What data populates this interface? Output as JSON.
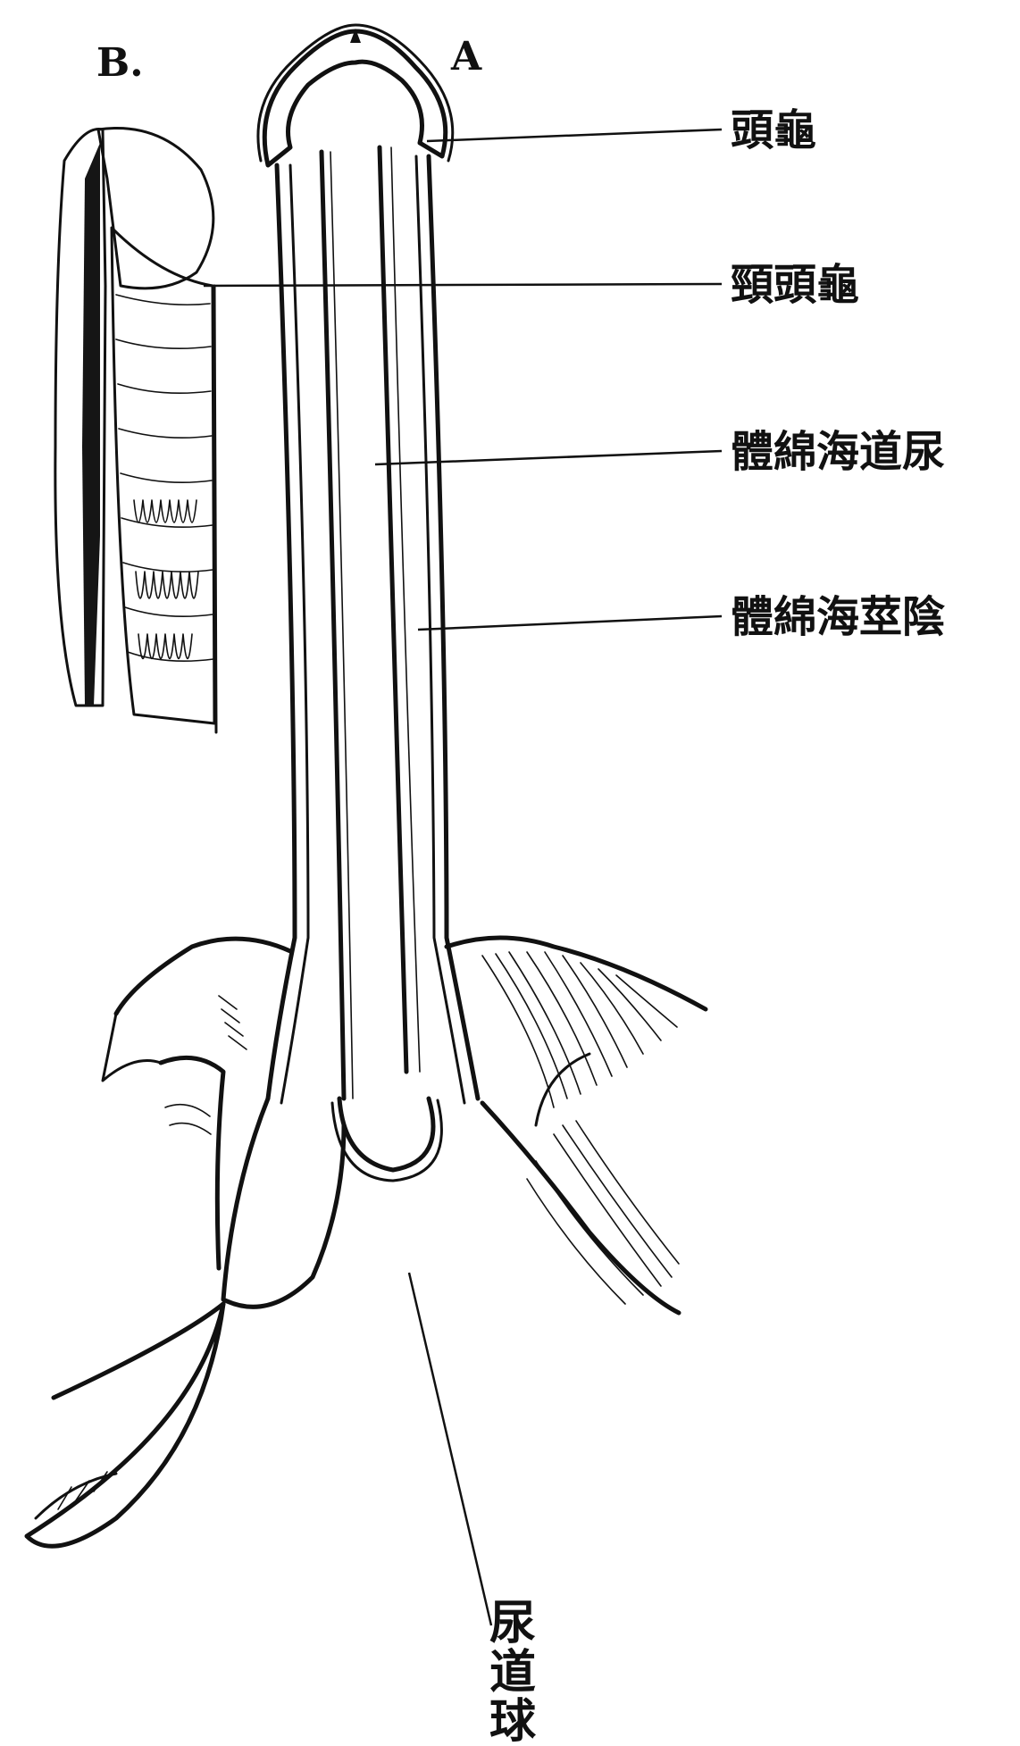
{
  "figure": {
    "letters": {
      "a": "A",
      "b": "B."
    },
    "labels": {
      "glans": "頭龜",
      "glans_neck": "頸頭龜",
      "corpus_spongiosum_urethrae": "體綿海道尿",
      "corpus_cavernosum_penis": "體綿海莖陰",
      "urethral_bulb": [
        "尿",
        "道",
        "球"
      ]
    }
  }
}
